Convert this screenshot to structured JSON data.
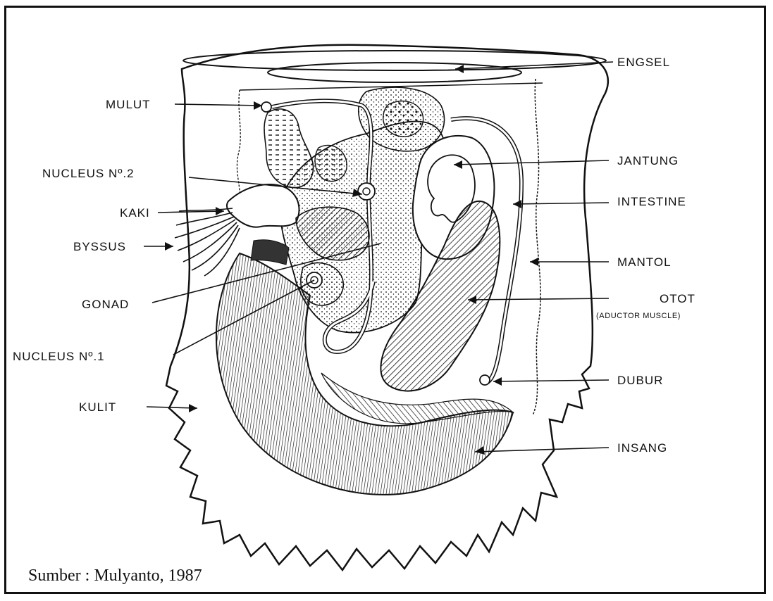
{
  "diagram": {
    "labels": {
      "engsel": "ENGSEL",
      "mulut": "MULUT",
      "jantung": "JANTUNG",
      "nucleus2": "NUCLEUS Nº.2",
      "intestine": "INTESTINE",
      "kaki": "KAKI",
      "byssus": "BYSSUS",
      "mantol": "MANTOL",
      "otot": "OTOT",
      "otot_sub": "(ADUCTOR MUSCLE)",
      "gonad": "GONAD",
      "nucleus1": "NUCLEUS Nº.1",
      "dubur": "DUBUR",
      "kulit": "KULIT",
      "insang": "INSANG"
    },
    "source": "Sumber :  Mulyanto, 1987"
  },
  "colors": {
    "ink": "#111111",
    "background": "#ffffff"
  }
}
